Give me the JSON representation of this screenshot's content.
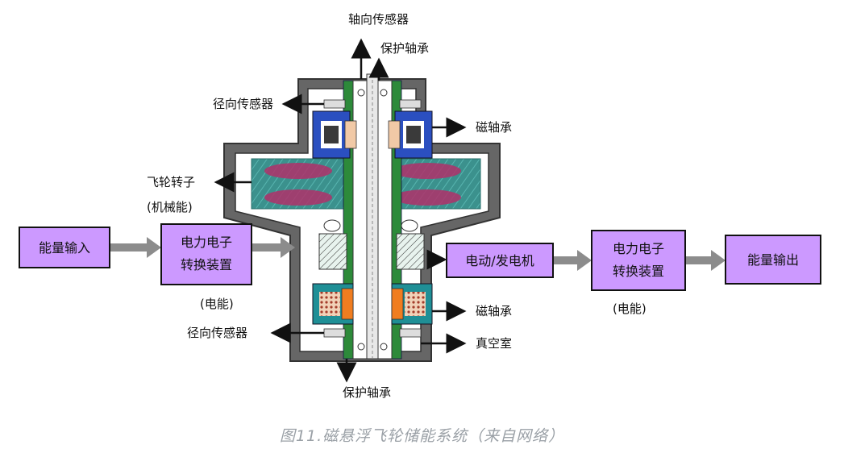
{
  "labels": {
    "axial_sensor": "轴向传感器",
    "protect_bearing_top": "保护轴承",
    "radial_sensor_top": "径向传感器",
    "magnetic_bearing_top": "磁轴承",
    "flywheel_rotor": "飞轮转子",
    "mechanical_energy": "(机械能)",
    "electric_energy_left": "(电能)",
    "magnetic_bearing_bottom": "磁轴承",
    "radial_sensor_bottom": "径向传感器",
    "vacuum_chamber": "真空室",
    "protect_bearing_bottom": "保护轴承",
    "electric_energy_right": "(电能)"
  },
  "boxes": {
    "energy_input": "能量输入",
    "converter_left_line1": "电力电子",
    "converter_left_line2": "转换装置",
    "motor_generator": "电动/发电机",
    "converter_right_line1": "电力电子",
    "converter_right_line2": "转换装置",
    "energy_output": "能量输出"
  },
  "caption": "图11.磁悬浮飞轮储能系统（来自网络）",
  "colors": {
    "box_fill": "#cc99ff",
    "housing": "#555555",
    "rotor": "#3a8f8a",
    "rotor_accent": "#b0306a",
    "bearing_blue": "#2b4fc0",
    "bearing_teal": "#1f8f96",
    "shaft_green": "#2d8a3a",
    "coil_orange": "#f07d20",
    "arrow_gray": "#8c8c8c"
  }
}
